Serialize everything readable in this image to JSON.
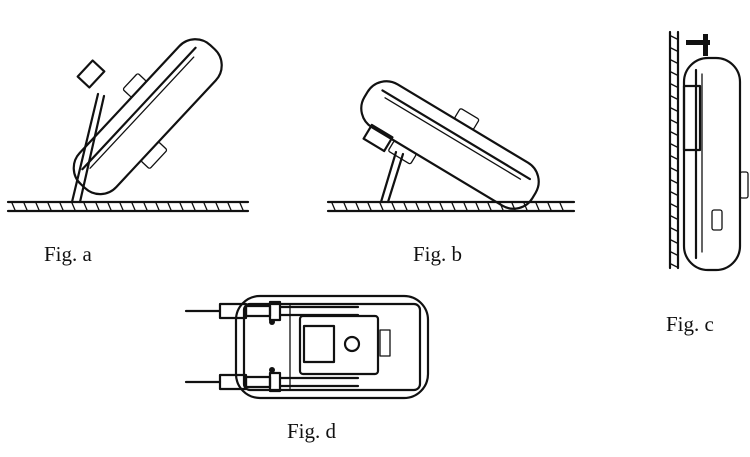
{
  "figures": {
    "a": {
      "caption": "Fig. a"
    },
    "b": {
      "caption": "Fig. b"
    },
    "c": {
      "caption": "Fig. c"
    },
    "d": {
      "caption": "Fig. d"
    }
  },
  "colors": {
    "ink": "#111111",
    "paper": "#ffffff"
  }
}
